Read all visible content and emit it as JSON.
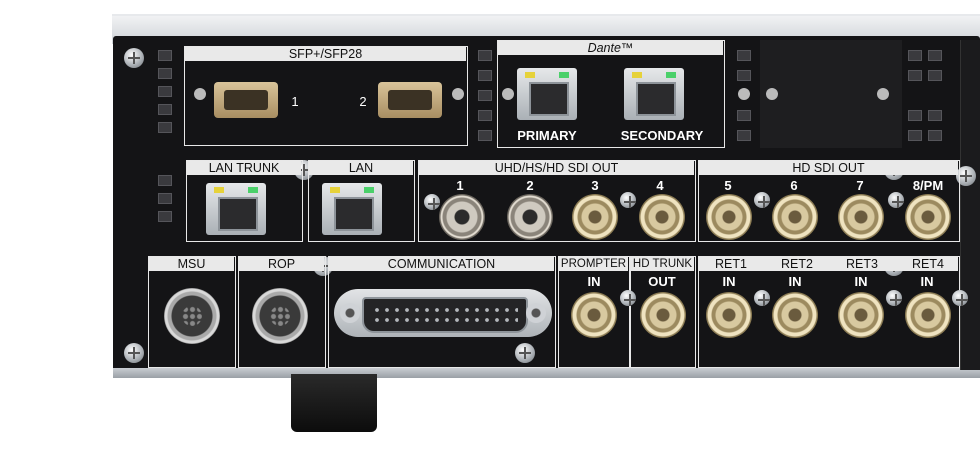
{
  "top_row": {
    "sfp_header": "SFP+/SFP28",
    "sfp_ports": [
      "1",
      "2"
    ],
    "dante_header": "Dante™",
    "dante_ports": [
      "PRIMARY",
      "SECONDARY"
    ]
  },
  "middle_row": {
    "lan_trunk_header": "LAN TRUNK",
    "lan_header": "LAN",
    "uhd_header": "UHD/HS/HD SDI OUT",
    "uhd_ports": [
      "1",
      "2",
      "3",
      "4"
    ],
    "hd_header": "HD SDI OUT",
    "hd_ports": [
      "5",
      "6",
      "7",
      "8/PM"
    ]
  },
  "bottom_row": {
    "msu_header": "MSU",
    "rop_header": "ROP",
    "communication_header": "COMMUNICATION",
    "prompter_header": "PROMPTER",
    "prompter_label": "IN",
    "hd_trunk_header": "HD TRUNK",
    "hd_trunk_label": "OUT",
    "ret_headers": [
      "RET1",
      "RET2",
      "RET3",
      "RET4"
    ],
    "ret_labels": [
      "IN",
      "IN",
      "IN",
      "IN"
    ]
  },
  "colors": {
    "panel": "#141416",
    "label_bar": "#e9e9e9",
    "bnc_gold": "#d8c9a0",
    "led_yellow": "#e6d23a",
    "led_green": "#4bd06a"
  }
}
